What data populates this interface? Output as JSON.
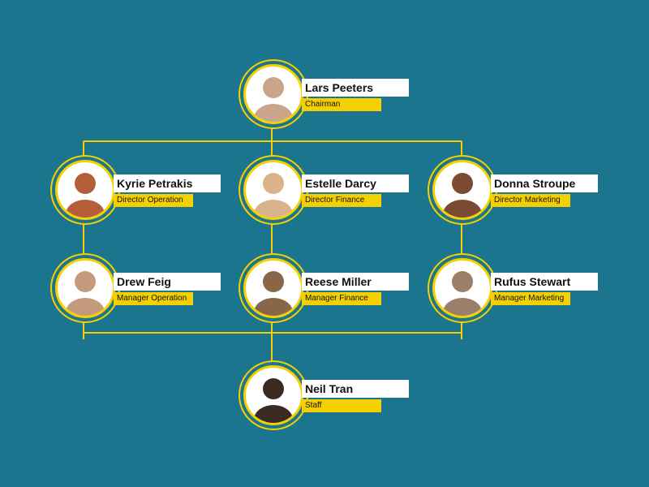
{
  "colors": {
    "background": "#1b758f",
    "accent": "#f5d000",
    "name_bg": "#ffffff"
  },
  "people": [
    {
      "name": "Lars Peeters",
      "role": "Chairman",
      "avatar_color": "#c9a58c"
    },
    {
      "name": "Kyrie Petrakis",
      "role": "Director Operation",
      "avatar_color": "#b55f3a"
    },
    {
      "name": "Estelle Darcy",
      "role": "Director Finance",
      "avatar_color": "#d9b38c"
    },
    {
      "name": "Donna Stroupe",
      "role": "Director Marketing",
      "avatar_color": "#7a4a33"
    },
    {
      "name": "Drew Feig",
      "role": "Manager Operation",
      "avatar_color": "#c49a7c"
    },
    {
      "name": "Reese Miller",
      "role": "Manager Finance",
      "avatar_color": "#8a6648"
    },
    {
      "name": "Rufus Stewart",
      "role": "Manager Marketing",
      "avatar_color": "#9a7f6a"
    },
    {
      "name": "Neil Tran",
      "role": "Staff",
      "avatar_color": "#3a2a22"
    }
  ]
}
